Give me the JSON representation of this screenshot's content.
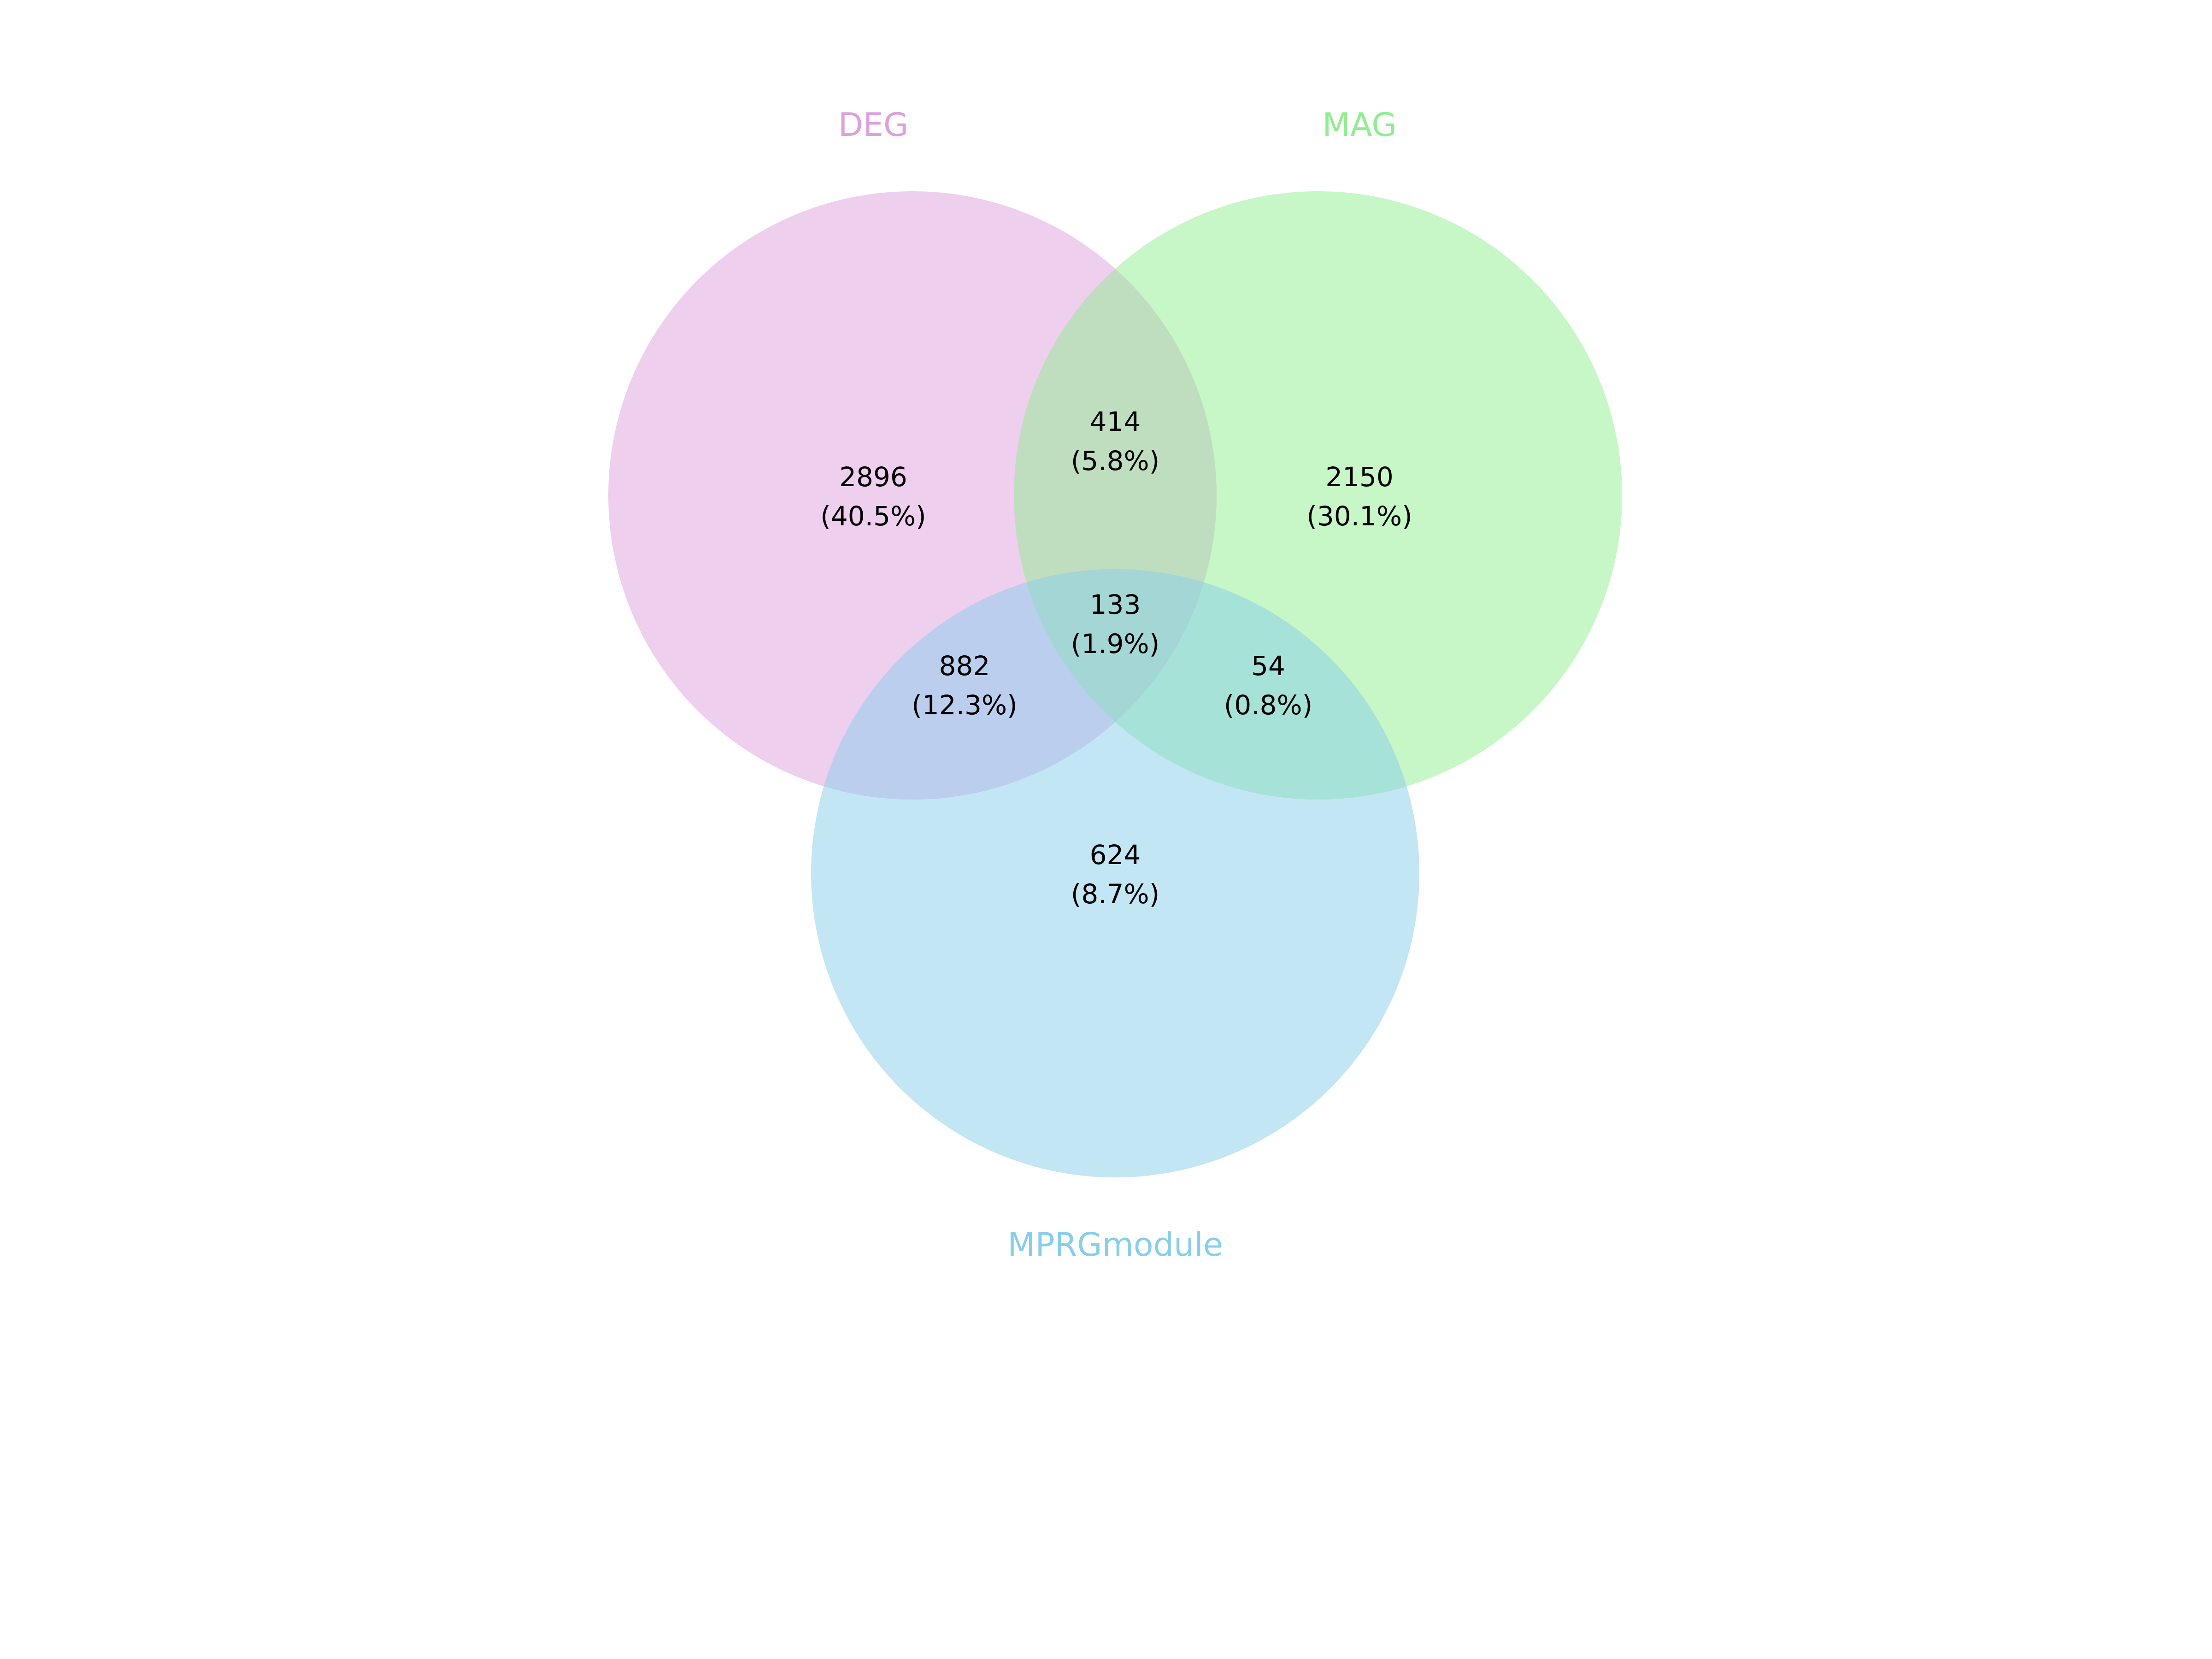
{
  "diagram": {
    "type": "venn3",
    "sets": [
      {
        "key": "deg",
        "name": "DEG",
        "color": "#DDA0DD"
      },
      {
        "key": "mag",
        "name": "MAG",
        "color": "#90EE90"
      },
      {
        "key": "mprg",
        "name": "MPRGmodule",
        "color": "#87CEEB"
      }
    ],
    "circle_opacity": 0.5,
    "regions": [
      {
        "key": "deg_only",
        "count": "2896",
        "percent": "(40.5%)"
      },
      {
        "key": "mag_only",
        "count": "2150",
        "percent": "(30.1%)"
      },
      {
        "key": "mprg_only",
        "count": "624",
        "percent": "(8.7%)"
      },
      {
        "key": "deg_mag",
        "count": "414",
        "percent": "(5.8%)"
      },
      {
        "key": "deg_mprg",
        "count": "882",
        "percent": "(12.3%)"
      },
      {
        "key": "mag_mprg",
        "count": "54",
        "percent": "(0.8%)"
      },
      {
        "key": "all_three",
        "count": "133",
        "percent": "(1.9%)"
      }
    ]
  }
}
